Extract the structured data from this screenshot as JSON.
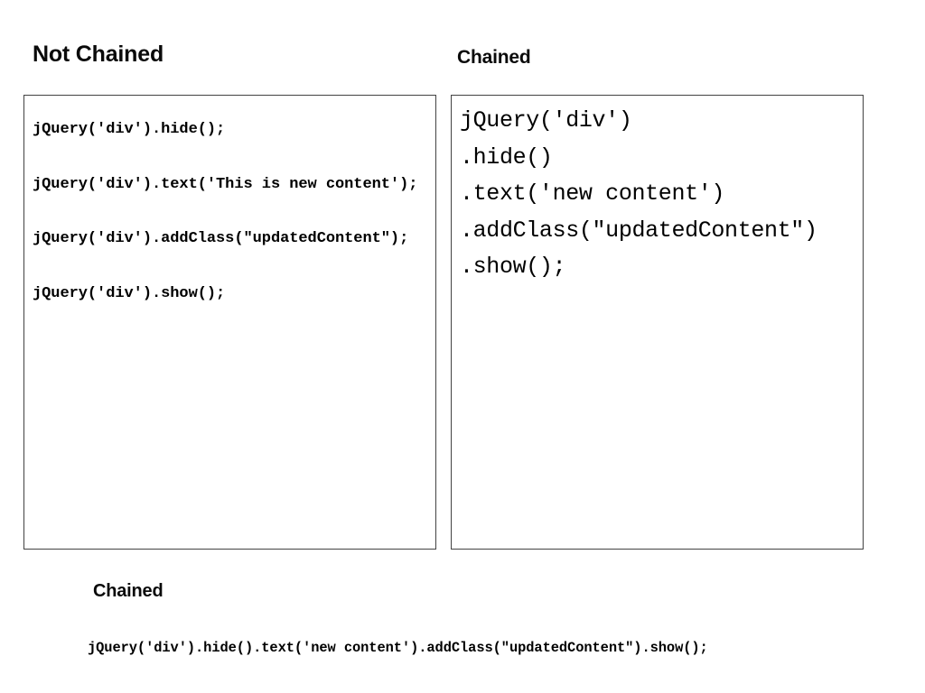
{
  "slide": {
    "background_color": "#ffffff",
    "text_color": "#000000",
    "panel_border_color": "#434343"
  },
  "not_chained": {
    "heading": "Not Chained",
    "code_lines": [
      "jQuery('div').hide();",
      "jQuery('div').text('This is new content');",
      "jQuery('div').addClass(\"updatedContent\");",
      "jQuery('div').show();"
    ]
  },
  "chained": {
    "heading": "Chained",
    "code_lines": [
      "jQuery('div')",
      ".hide()",
      ".text('new content')",
      ".addClass(\"updatedContent\")",
      ".show();"
    ]
  },
  "chained_single_line": {
    "heading": "Chained",
    "code": "jQuery('div').hide().text('new content').addClass(\"updatedContent\").show();"
  }
}
